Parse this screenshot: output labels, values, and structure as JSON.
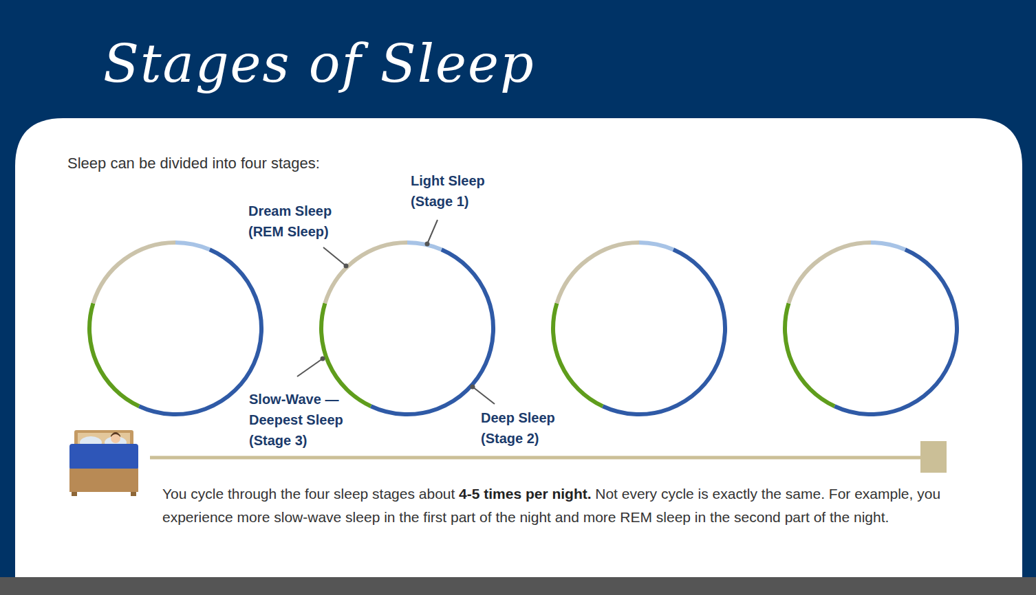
{
  "diagram": {
    "title": "Stages of Sleep",
    "labels": [
      "Sleep can be divided into four stages:",
      "Light Sleep (Stage 1)",
      "Dream Sleep (REM Sleep)",
      "Slow-Wave — Deepest Sleep (Stage 3)",
      "Deep Sleep (Stage 2)",
      "You cycle through the four sleep stages about",
      "4-5 times per night.",
      "Not every cycle is exactly the same. For example, you experience more slow-wave sleep in the first part of the night and more REM sleep in the second part of the night."
    ]
  }
}
